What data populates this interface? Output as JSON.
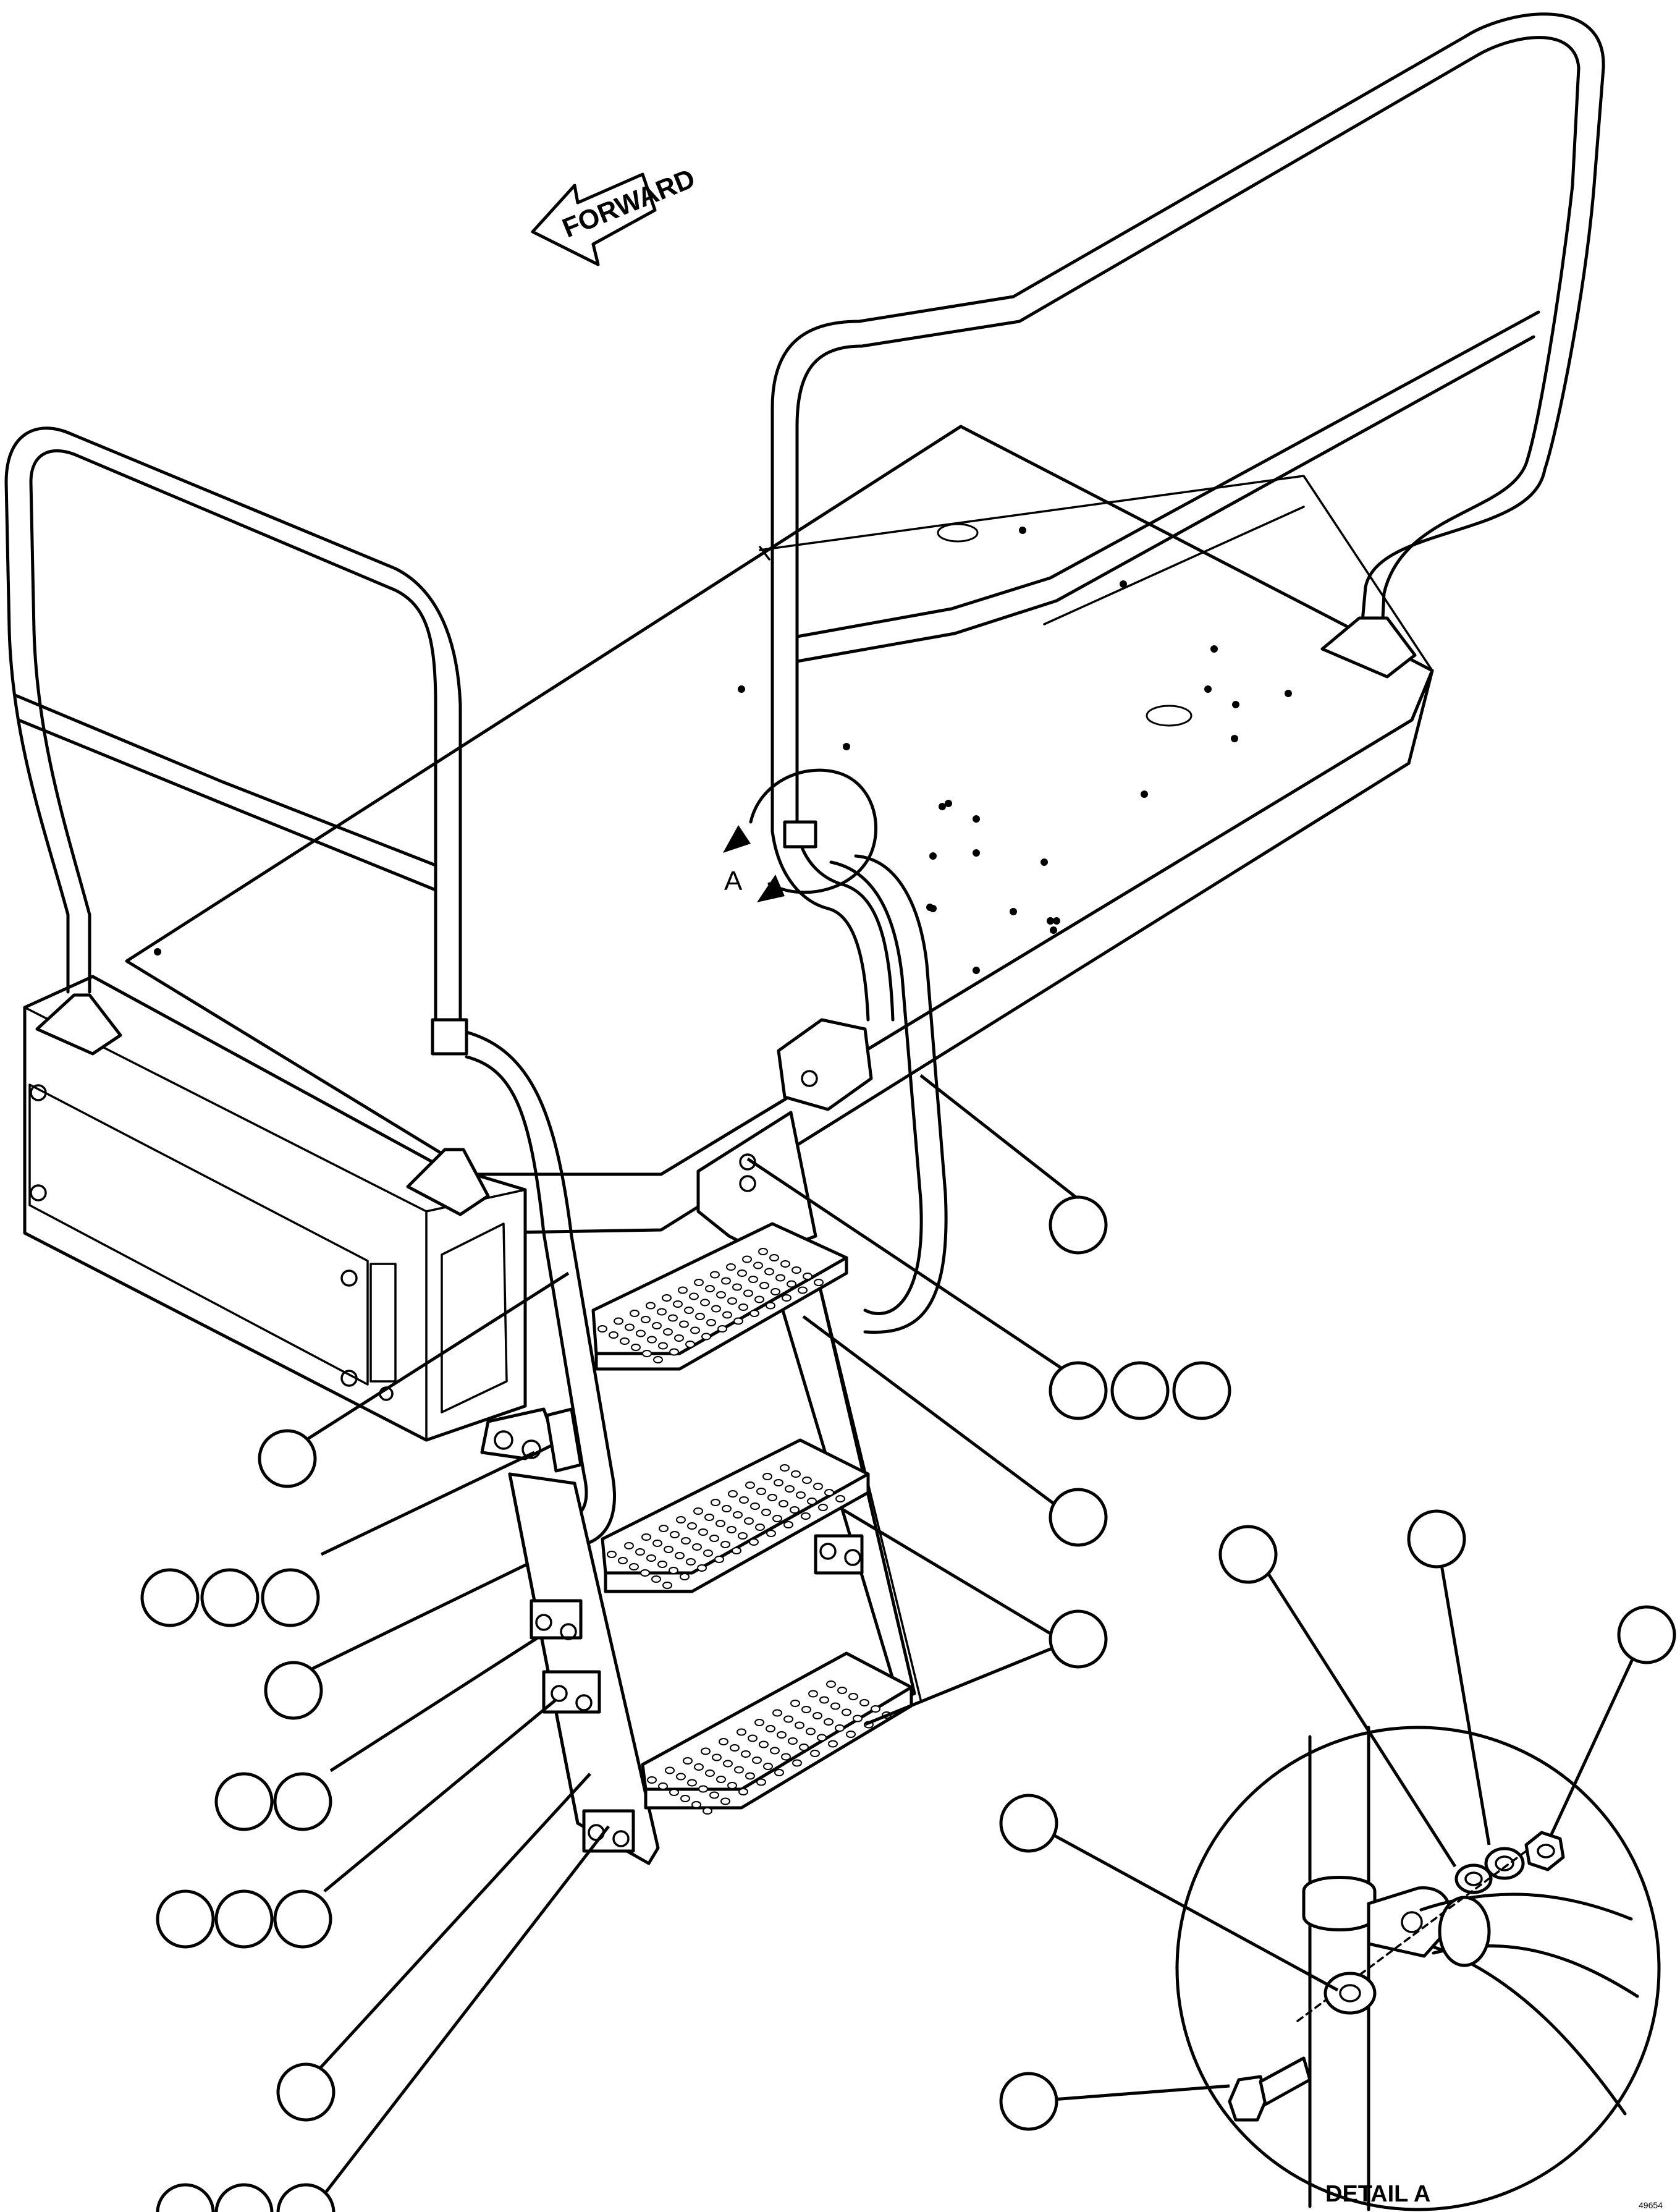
{
  "figure": {
    "forward_label": "FORWARD",
    "view_label": "A",
    "detail_label": "DETAIL A",
    "figure_number": "49654"
  },
  "callout_groups": [
    {
      "name": "handrail",
      "bubbles": 1
    },
    {
      "name": "mounting-hardware-upper-right",
      "bubbles": 3
    },
    {
      "name": "step-bracket",
      "bubbles": 1
    },
    {
      "name": "steps",
      "bubbles": 1
    },
    {
      "name": "handrail-left",
      "bubbles": 1
    },
    {
      "name": "clamp-hardware",
      "bubbles": 3
    },
    {
      "name": "stringer-left",
      "bubbles": 1
    },
    {
      "name": "stringer-bolts-upper",
      "bubbles": 2
    },
    {
      "name": "stringer-bolts-middle",
      "bubbles": 3
    },
    {
      "name": "stringer-lower",
      "bubbles": 1
    },
    {
      "name": "stringer-bolts-lower",
      "bubbles": 3
    },
    {
      "name": "detail-washer-1",
      "bubbles": 1
    },
    {
      "name": "detail-washer-2",
      "bubbles": 1
    },
    {
      "name": "detail-nut",
      "bubbles": 1
    },
    {
      "name": "detail-washer-3",
      "bubbles": 1
    },
    {
      "name": "detail-bolt",
      "bubbles": 1
    }
  ]
}
